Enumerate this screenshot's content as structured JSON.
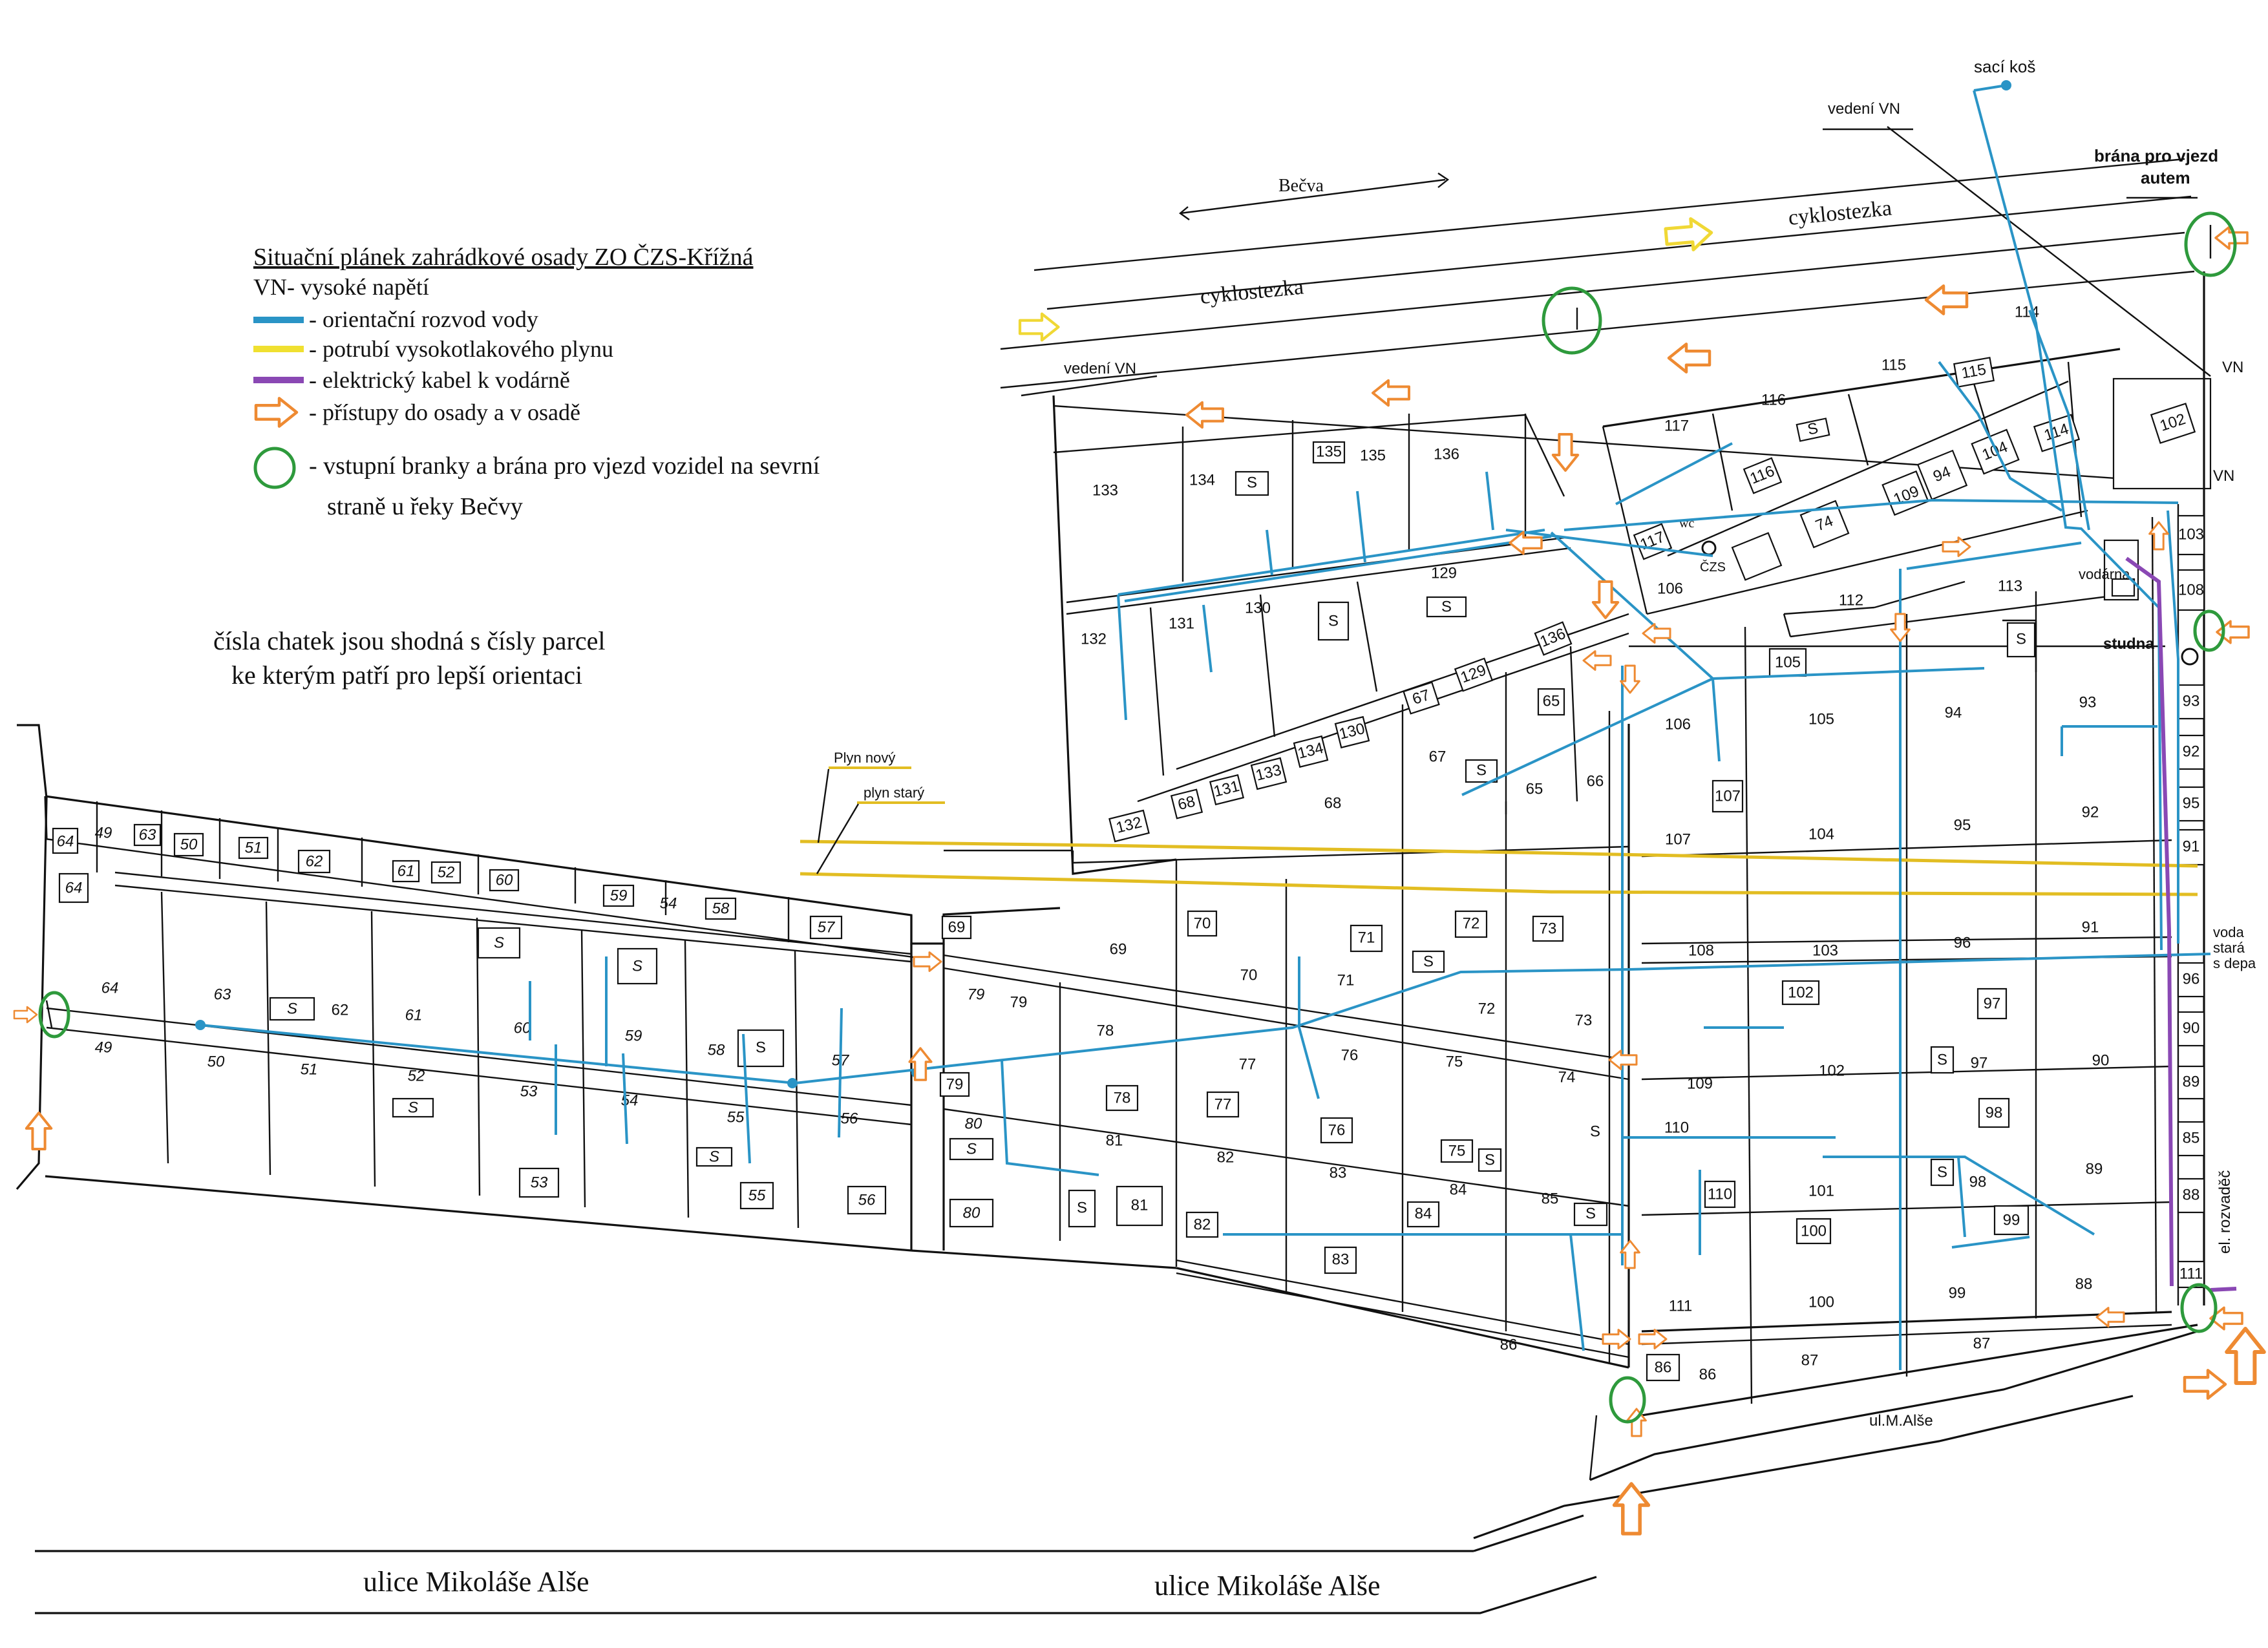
{
  "title": "Situační plánek zahrádkové osady ZO ČZS-Křížná",
  "legend": {
    "vn": "VN- vysoké napětí",
    "water": "- orientační rozvod vody",
    "gas": "- potrubí vysokotlakového plynu",
    "cable": "- elektrický kabel k vodárně",
    "access": "- přístupy do osady a v osadě",
    "gates_line1": "- vstupní branky a brána pro vjezd vozidel na sevrní",
    "gates_line2": "straně u řeky Bečvy"
  },
  "note": {
    "line1": "čísla chatek jsou shodná s čísly parcel",
    "line2": "ke kterým patří pro lepší orientaci"
  },
  "labels": {
    "river": "Bečva",
    "cycle_path_upper": "cyklostezka",
    "cycle_path_lower": "cyklostezka",
    "vn_left": "vedení VN",
    "vn_top": "vedení VN",
    "vn_right_1": "VN",
    "vn_right_2": "VN",
    "intake": "sací koš",
    "gate_car_1": "brána pro vjezd",
    "gate_car_2": "autem",
    "waterworks": "vodárna",
    "well": "studna",
    "wc": "wc",
    "czs": "ČZS",
    "gas_new": "Plyn nový",
    "gas_old": "plyn starý",
    "water_old_1": "voda",
    "water_old_2": "stará",
    "water_old_3": "s depa",
    "el_switchboard": "el. rozvaděč",
    "street_small": "ul.M.Alše",
    "street_left": "ulice Mikoláše Alše",
    "street_right": "ulice Mikoláše Alše",
    "shed": "S"
  },
  "colors": {
    "water": "#2a94c6",
    "gas": "#e2bd22",
    "cable": "#8a48b4",
    "access": "#ee8a32",
    "gate": "#2e9a3c"
  },
  "plots": {
    "left_row_top": [
      "64",
      "49",
      "63",
      "50",
      "51",
      "62",
      "61",
      "52",
      "60",
      "59",
      "54",
      "58",
      "57"
    ],
    "left_plots": [
      "64",
      "63",
      "62",
      "61",
      "60",
      "59",
      "58",
      "57",
      "49",
      "50",
      "51",
      "52",
      "53",
      "54",
      "55",
      "56"
    ],
    "center_plots": [
      "69",
      "70",
      "71",
      "72",
      "73",
      "79",
      "78",
      "77",
      "76",
      "75",
      "74",
      "80",
      "81",
      "82",
      "83",
      "84",
      "85",
      "86"
    ],
    "right_plots": [
      "108",
      "103",
      "96",
      "91",
      "109",
      "102",
      "97",
      "90",
      "110",
      "101",
      "98",
      "89",
      "111",
      "100",
      "99",
      "88",
      "86",
      "87",
      "87"
    ],
    "upper_plots": [
      "133",
      "134",
      "135",
      "136",
      "132",
      "131",
      "130",
      "129",
      "68",
      "67",
      "65",
      "66",
      "117",
      "116",
      "115",
      "114",
      "106",
      "107",
      "105",
      "104",
      "95",
      "94",
      "93",
      "92",
      "112",
      "113",
      "102",
      "103"
    ]
  }
}
